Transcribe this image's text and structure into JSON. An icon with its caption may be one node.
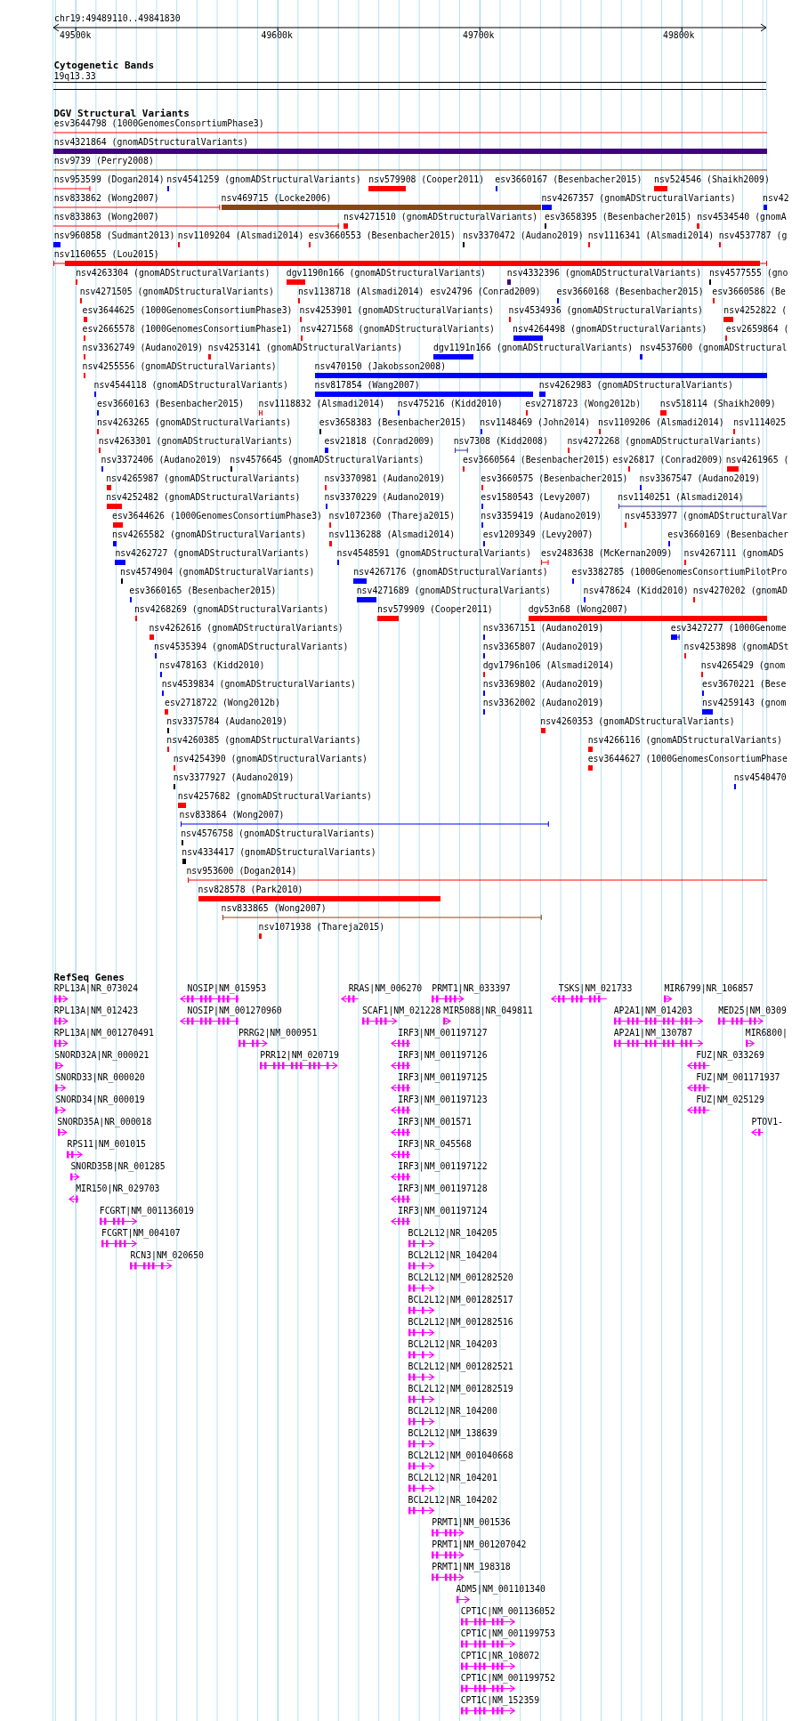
{
  "diagram": {
    "labels": [
      "chr19:49489110..49841830",
      "49500k",
      "49600k",
      "49700k",
      "49800k",
      "Cytogenetic Bands",
      "19q13.33",
      "DGV Structural Variants",
      "esv3644798 (1000GenomesConsortiumPhase3)",
      "nsv4321864 (gnomADStructuralVariants)",
      "nsv9739 (Perry2008)",
      "nsv953599 (Dogan2014)",
      "nsv4541259 (gnomADStructuralVariants)",
      "nsv579908 (Cooper2011)",
      "esv3660167 (Besenbacher2015)",
      "nsv524546 (Shaikh2009)",
      "nsv833862 (Wong2007)",
      "nsv469715 (Locke2006)",
      "nsv4267357 (gnomADStructuralVariants)",
      "nsv42",
      "nsv833863 (Wong2007)",
      "nsv4271510 (gnomADStructuralVariants)",
      "esv3658395 (Besenbacher2015)",
      "nsv4534540 (gnomA",
      "nsv960858 (Sudmant2013)",
      "nsv1109204 (Alsmadi2014)",
      "esv3660553 (Besenbacher2015)",
      "nsv3370472 (Audano2019)",
      "nsv1116341 (Alsmadi2014)",
      "nsv4537787 (g",
      "nsv1160655 (Lou2015)",
      "nsv4263304 (gnomADStructuralVariants)",
      "dgv1190n166 (gnomADStructuralVariants)",
      "nsv4332396 (gnomADStructuralVariants)",
      "nsv4577555 (gno",
      "nsv4271505 (gnomADStructuralVariants)",
      "nsv1138718 (Alsmadi2014)",
      "esv24796 (Conrad2009)",
      "esv3660168 (Besenbacher2015)",
      "esv3660586 (Be",
      "esv3644625 (1000GenomesConsortiumPhase3)",
      "nsv4253901 (gnomADStructuralVariants)",
      "nsv4534936 (gnomADStructuralVariants)",
      "nsv4252822 (",
      "esv2665578 (1000GenomesConsortiumPhase1)",
      "nsv4271568 (gnomADStructuralVariants)",
      "nsv4264498 (gnomADStructuralVariants)",
      "esv2659864 (",
      "nsv3362749 (Audano2019)",
      "nsv4253141 (gnomADStructuralVariants)",
      "dgv1191n166 (gnomADStructuralVariants)",
      "nsv4537600 (gnomADStructural",
      "nsv4255556 (gnomADStructuralVariants)",
      "nsv470150 (Jakobsson2008)",
      "nsv4544118 (gnomADStructuralVariants)",
      "nsv817854 (Wang2007)",
      "nsv4262983 (gnomADStructuralVariants)",
      "esv3660163 (Besenbacher2015)",
      "nsv1118832 (Alsmadi2014)",
      "nsv475216 (Kidd2010)",
      "esv2718723 (Wong2012b)",
      "nsv518114 (Shaikh2009)",
      "nsv4263265 (gnomADStructuralVariants)",
      "esv3658383 (Besenbacher2015)",
      "nsv1148469 (John2014)",
      "nsv1109206 (Alsmadi2014)",
      "nsv1114025",
      "nsv4263301 (gnomADStructuralVariants)",
      "esv21818 (Conrad2009)",
      "nsv7308 (Kidd2008)",
      "nsv4272268 (gnomADStructuralVariants)",
      "nsv3372406 (Audano2019)",
      "nsv4576645 (gnomADStructuralVariants)",
      "esv3660564 (Besenbacher2015)",
      "esv26817 (Conrad2009)",
      "nsv4261965 (",
      "nsv4265987 (gnomADStructuralVariants)",
      "nsv3370981 (Audano2019)",
      "esv3660575 (Besenbacher2015)",
      "nsv3367547 (Audano2019)",
      "nsv4252482 (gnomADStructuralVariants)",
      "nsv3370229 (Audano2019)",
      "esv1580543 (Levy2007)",
      "nsv1140251 (Alsmadi2014)",
      "esv3644626 (1000GenomesConsortiumPhase3)",
      "nsv1072360 (Thareja2015)",
      "nsv3359419 (Audano2019)",
      "nsv4533977 (gnomADStructuralVar",
      "nsv4265582 (gnomADStructuralVariants)",
      "nsv1136288 (Alsmadi2014)",
      "esv1209349 (Levy2007)",
      "esv3660169 (Besenbacher",
      "nsv4262727 (gnomADStructuralVariants)",
      "nsv4548591 (gnomADStructuralVariants)",
      "esv2483638 (McKernan2009)",
      "nsv4267111 (gnomADS",
      "nsv4574904 (gnomADStructuralVariants)",
      "nsv4267176 (gnomADStructuralVariants)",
      "esv3382785 (1000GenomesConsortiumPilotPro",
      "esv3660165 (Besenbacher2015)",
      "nsv4271689 (gnomADStructuralVariants)",
      "nsv478624 (Kidd2010)",
      "nsv4270202 (gnomAD",
      "nsv4268269 (gnomADStructuralVariants)",
      "nsv579909 (Cooper2011)",
      "dgv53n68 (Wong2007)",
      "nsv4262616 (gnomADStructuralVariants)",
      "nsv3367151 (Audano2019)",
      "esv3427277 (1000Genome",
      "nsv4535394 (gnomADStructuralVariants)",
      "nsv3365807 (Audano2019)",
      "nsv4253898 (gnomADSt",
      "nsv478163 (Kidd2010)",
      "dgv1796n106 (Alsmadi2014)",
      "nsv4265429 (gnom",
      "nsv4539834 (gnomADStructuralVariants)",
      "nsv3369802 (Audano2019)",
      "esv3670221 (Bese",
      "esv2718722 (Wong2012b)",
      "nsv3362002 (Audano2019)",
      "nsv4259143 (gnom",
      "nsv3375784 (Audano2019)",
      "nsv4260353 (gnomADStructuralVariants)",
      "nsv4260385 (gnomADStructuralVariants)",
      "nsv4266116 (gnomADStructuralVariants)",
      "nsv4254390 (gnomADStructuralVariants)",
      "esv3644627 (1000GenomesConsortiumPhase",
      "nsv3377927 (Audano2019)",
      "nsv4540470",
      "nsv4257682 (gnomADStructuralVariants)",
      "nsv833864 (Wong2007)",
      "nsv4576758 (gnomADStructuralVariants)",
      "nsv4334417 (gnomADStructuralVariants)",
      "nsv953600 (Dogan2014)",
      "nsv828578 (Park2010)",
      "nsv833865 (Wong2007)",
      "nsv1071938 (Thareja2015)",
      "RefSeq Genes",
      "RPL13A|NR_073024",
      "NOSIP|NM_015953",
      "RRAS|NM_006270",
      "PRMT1|NR_033397",
      "TSKS|NM_021733",
      "MIR6799|NR_106857",
      "RPL13A|NM_012423",
      "NOSIP|NM_001270960",
      "SCAF1|NM_021228",
      "MIR5088|NR_049811",
      "AP2A1|NM_014203",
      "MED25|NM_0309",
      "RPL13A|NM_001270491",
      "PRRG2|NM_000951",
      "IRF3|NM_001197127",
      "AP2A1|NM_130787",
      "MIR6800|",
      "SNORD32A|NR_000021",
      "PRR12|NM_020719",
      "IRF3|NM_001197126",
      "FUZ|NR_033269",
      "SNORD33|NR_000020",
      "IRF3|NM_001197125",
      "FUZ|NM_001171937",
      "SNORD34|NR_000019",
      "IRF3|NM_001197123",
      "FUZ|NM_025129",
      "SNORD35A|NR_000018",
      "IRF3|NM_001571",
      "PTOV1-",
      "RPS11|NM_001015",
      "IRF3|NR_045568",
      "SNORD35B|NR_001285",
      "IRF3|NM_001197122",
      "MIR150|NR_029703",
      "IRF3|NM_001197128",
      "FCGRT|NM_001136019",
      "IRF3|NM_001197124",
      "FCGRT|NM_004107",
      "BCL2L12|NR_104205",
      "RCN3|NM_020650",
      "BCL2L12|NR_104204",
      "BCL2L12|NM_001282520",
      "BCL2L12|NM_001282517",
      "BCL2L12|NM_001282516",
      "BCL2L12|NR_104203",
      "BCL2L12|NM_001282521",
      "BCL2L12|NM_001282519",
      "BCL2L12|NR_104200",
      "BCL2L12|NM_138639",
      "BCL2L12|NM_001040668",
      "BCL2L12|NR_104201",
      "BCL2L12|NR_104202",
      "PRMT1|NM_001536",
      "PRMT1|NM_001207042",
      "PRMT1|NM_198318",
      "ADM5|NM_001101340",
      "CPT1C|NM_001136052",
      "CPT1C|NM_001199753",
      "CPT1C|NR_108072",
      "CPT1C|NM_001199752",
      "CPT1C|NM_152359"
    ]
  }
}
